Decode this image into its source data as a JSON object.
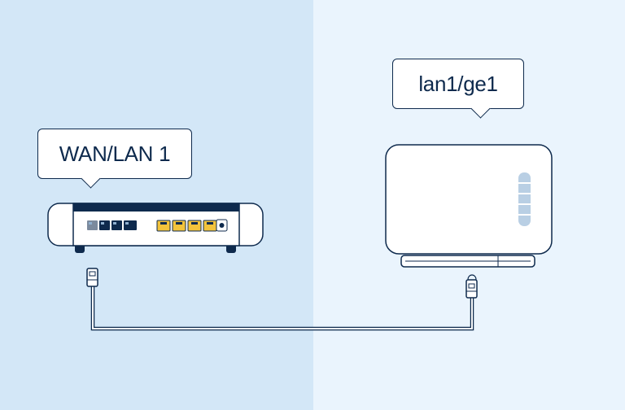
{
  "diagram": {
    "colors": {
      "left_background": "#d3e7f7",
      "right_background": "#eaf4fd",
      "outline": "#0e2a4d",
      "lan_port": "#f3c33b",
      "wan_port": "#0e2a4d"
    },
    "router": {
      "label": "WAN/LAN 1"
    },
    "repeater": {
      "label": "lan1/ge1"
    },
    "cable": {
      "type": "ethernet-cable"
    }
  }
}
